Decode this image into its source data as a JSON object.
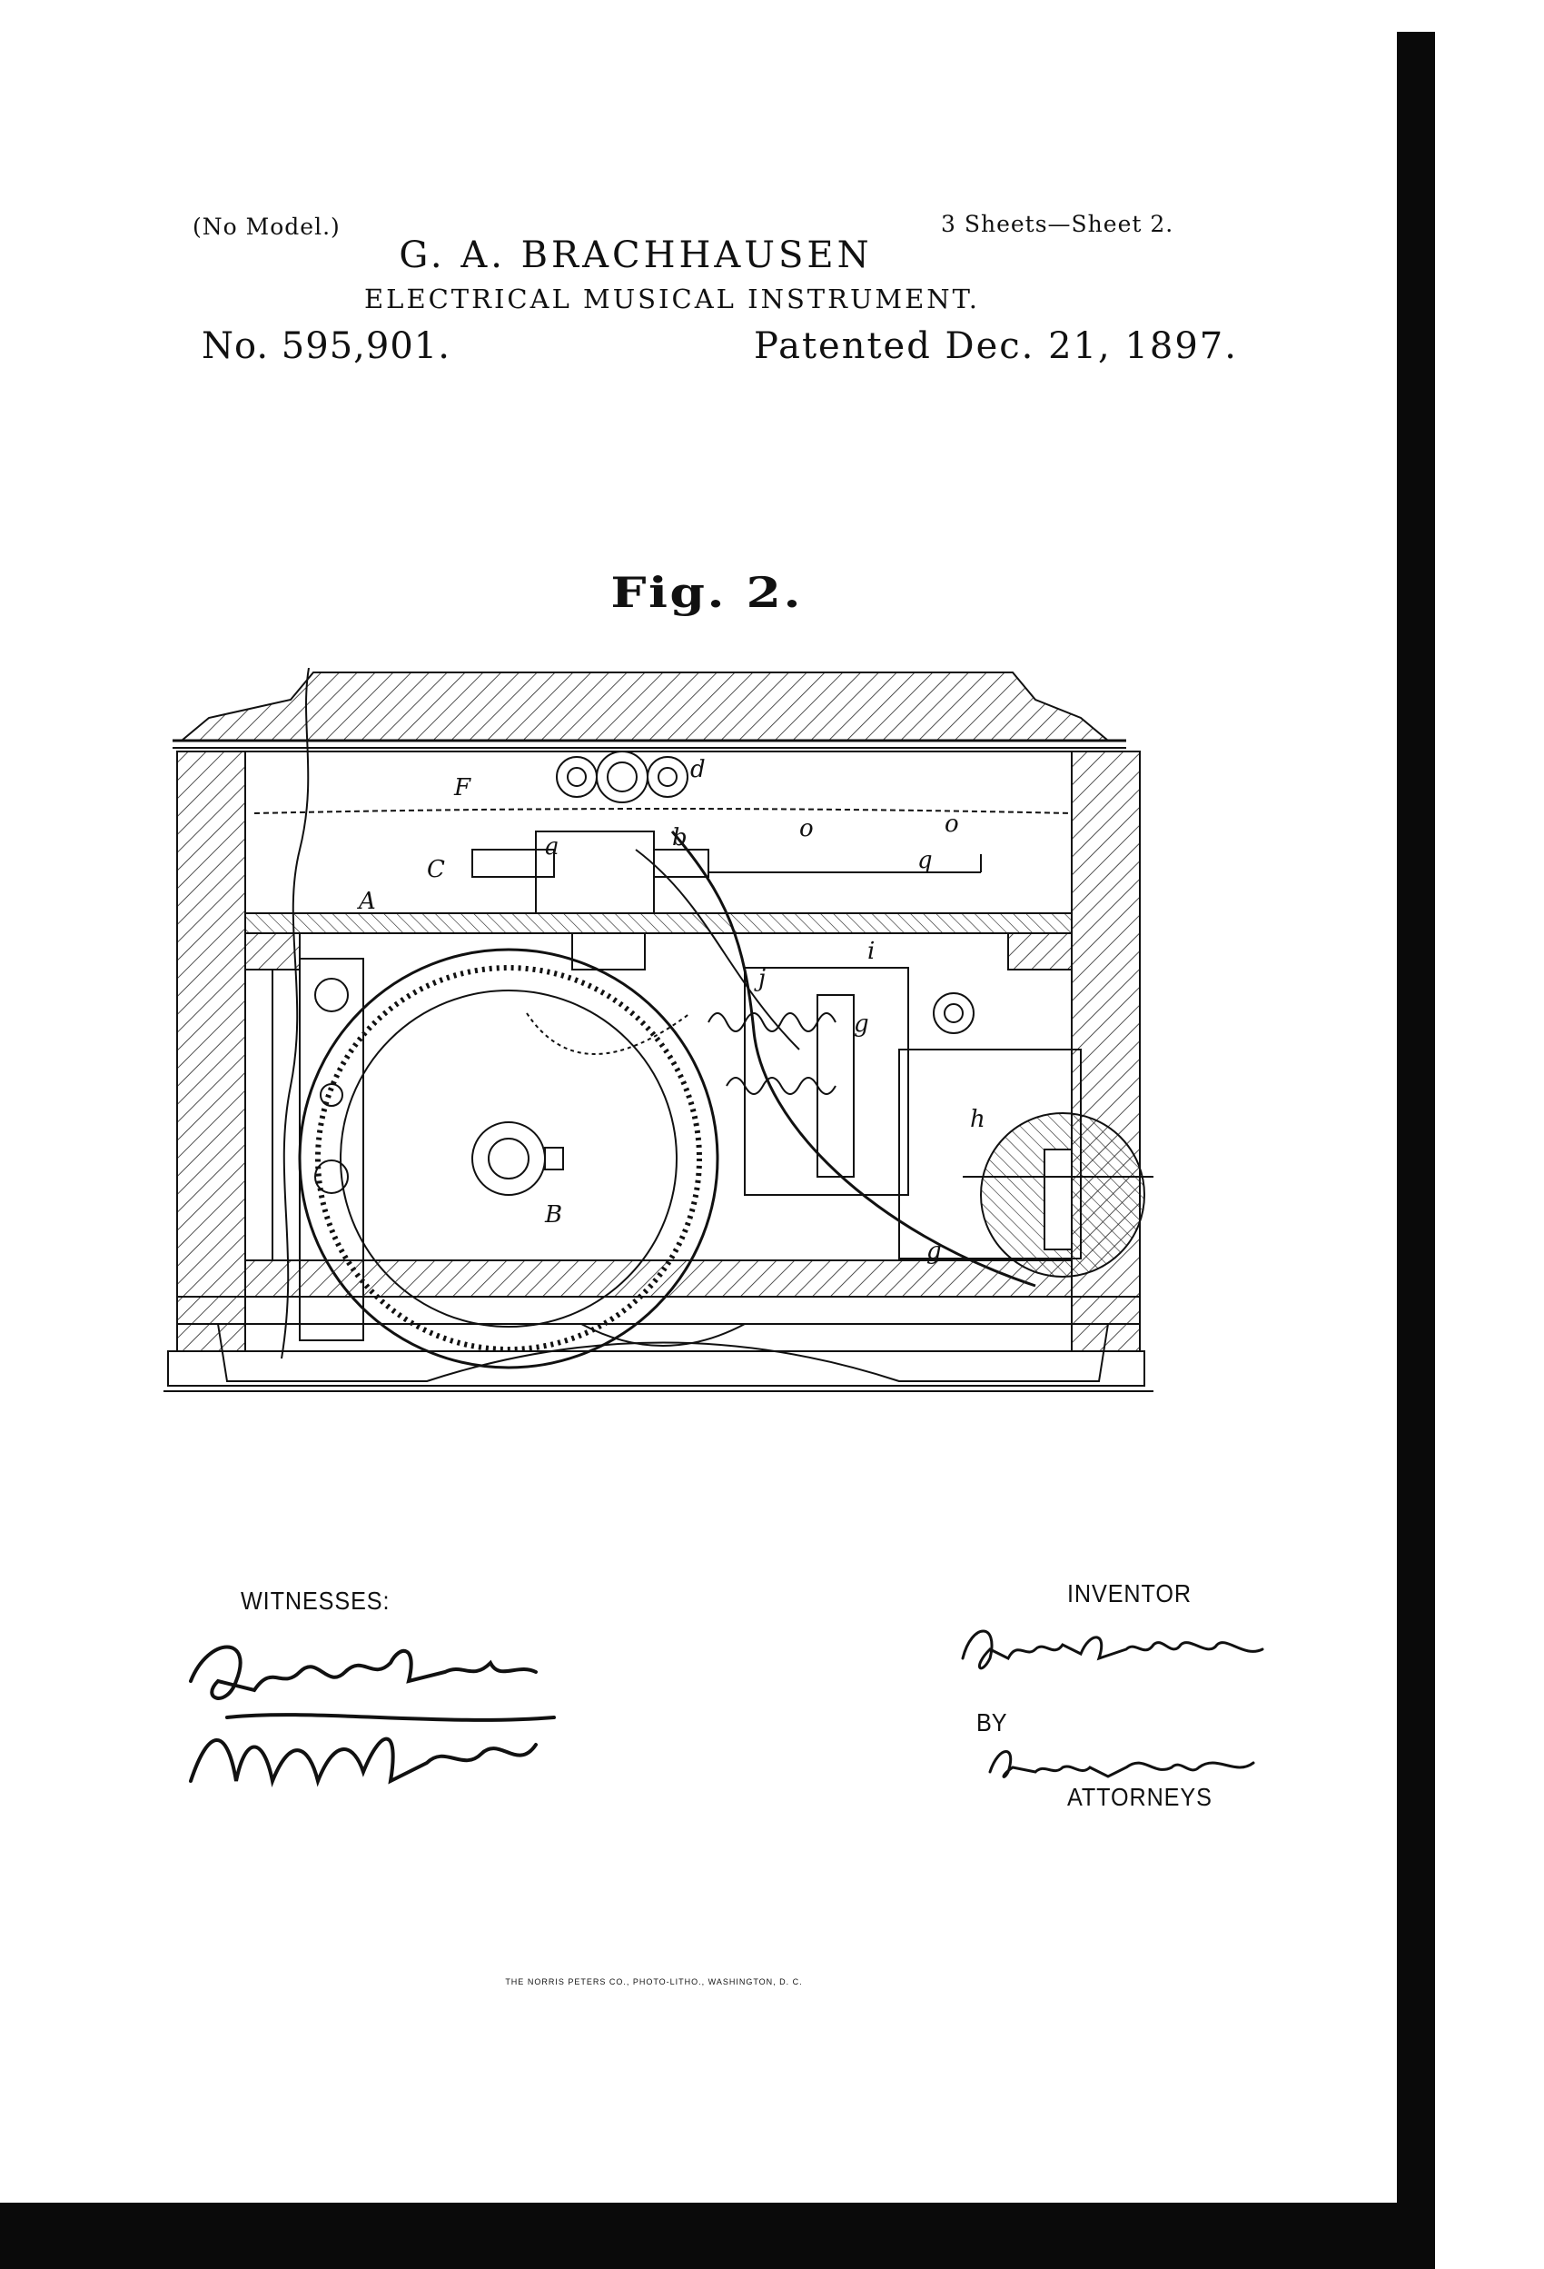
{
  "header": {
    "no_model": "(No Model.)",
    "sheets": "3 Sheets—Sheet 2.",
    "inventor_name": "G. A. BRACHHAUSEN",
    "title": "ELECTRICAL MUSICAL INSTRUMENT.",
    "patent_number": "No. 595,901.",
    "patented_date": "Patented Dec. 21, 1897."
  },
  "figure": {
    "label": "Fig. 2.",
    "reference_letters": {
      "F": "F",
      "d": "d",
      "a": "a",
      "b": "b",
      "C": "C",
      "o1": "o",
      "o2": "o",
      "q": "q",
      "A": "A",
      "j": "j",
      "i": "i",
      "g_upper": "g",
      "h": "h",
      "B": "B",
      "g_lower": "g"
    }
  },
  "footer": {
    "witnesses_label": "WITNESSES:",
    "inventor_label": "INVENTOR",
    "by_label": "BY",
    "attorneys_label": "ATTORNEYS",
    "witness_signature_1": "Gustave Dieterich",
    "witness_signature_2": "Charles G. Smith",
    "inventor_signature": "Gustav A. Brachhausen",
    "attorney_signature": "Briesen & Knauth",
    "printer_credit": "THE NORRIS PETERS CO., PHOTO-LITHO., WASHINGTON, D. C."
  }
}
